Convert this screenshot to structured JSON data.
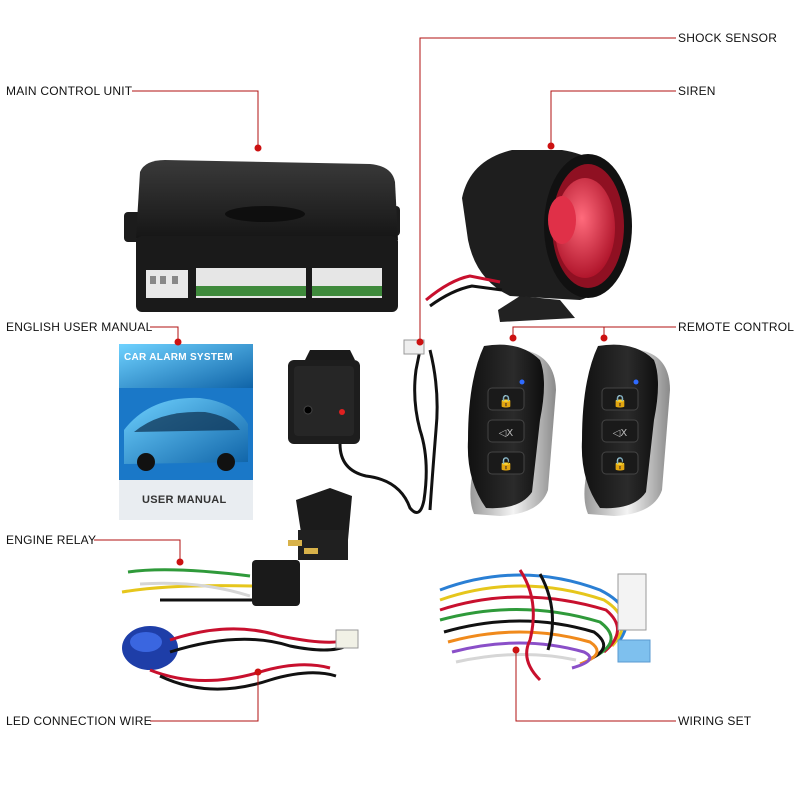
{
  "labels": {
    "main_control_unit": "MAIN CONTROL UNIT",
    "shock_sensor": "SHOCK SENSOR",
    "siren": "SIREN",
    "english_user_manual": "ENGLISH USER MANUAL",
    "remote_control": "REMOTE CONTROL",
    "engine_relay": "ENGINE RELAY",
    "led_connection_wire": "LED CONNECTION WIRE",
    "wiring_set": "WIRING SET"
  },
  "manual": {
    "title": "CAR ALARM SYSTEM",
    "footer": "USER MANUAL"
  },
  "colors": {
    "leader_line": "#b01010",
    "dot": "#cc1111",
    "manual_blue": "#1677c8",
    "siren_red": "#d8253d"
  }
}
